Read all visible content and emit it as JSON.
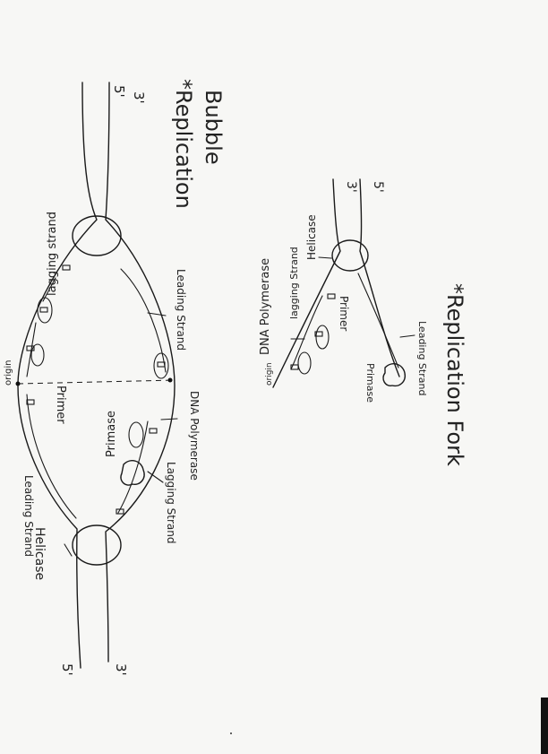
{
  "bubble": {
    "title_line1": "*Replication",
    "title_line2": "Bubble",
    "end_top_a": "3'",
    "end_top_b": "5'",
    "end_bottom_a": "5'",
    "end_bottom_b": "3'",
    "labels": {
      "lagging_strand_top": "lagging strand",
      "leading_strand_right": "Leading Strand",
      "origin": "origin",
      "primer": "Primer",
      "primase": "Primase",
      "dna_polymerase": "DNA Polymerase",
      "lagging_strand_bottom": "Lagging Strand",
      "leading_strand_left": "Leading Strand",
      "helicase": "Helicase"
    }
  },
  "fork": {
    "title": "*Replication Fork",
    "end_a": "3'",
    "end_b": "5'",
    "labels": {
      "dna_polymerase": "DNA Polymerase",
      "lagging_strand": "lagging Strand",
      "helicase": "Helicase",
      "primer": "Primer",
      "origin": "origin",
      "primase": "Primase",
      "leading_strand": "Leading Strand"
    }
  }
}
